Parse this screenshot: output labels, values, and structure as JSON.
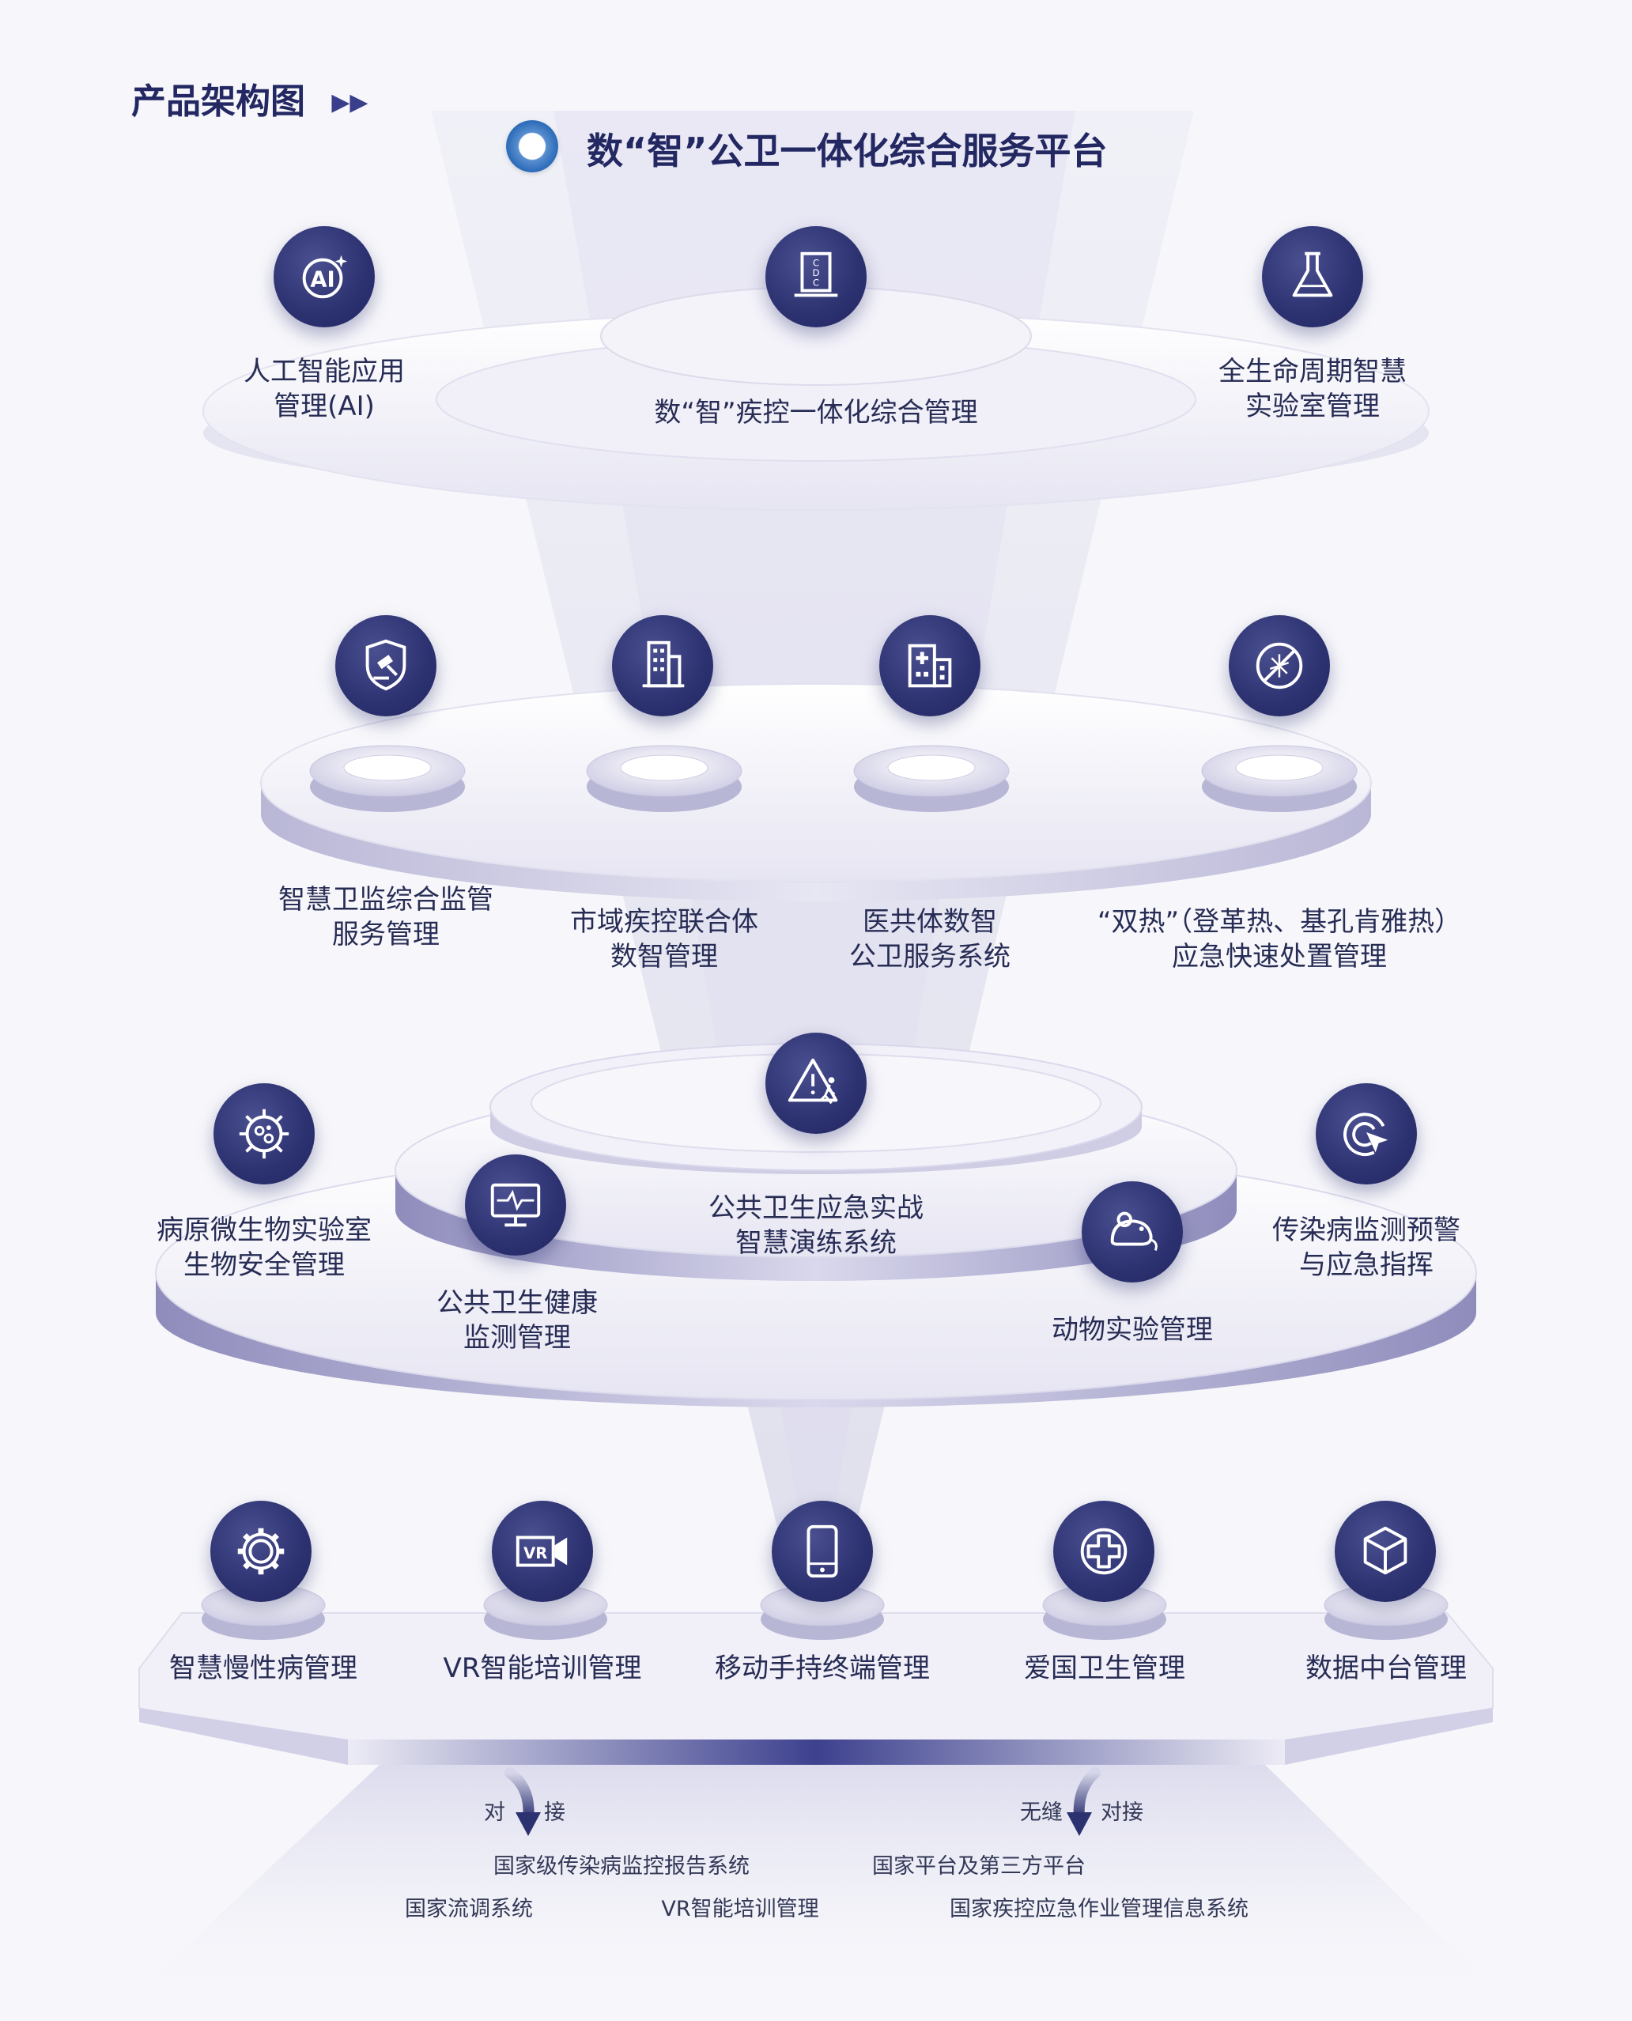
{
  "header": {
    "section_title": "产品架构图",
    "platform_title": "数“智”公卫一体化综合服务平台"
  },
  "tier1": {
    "left": {
      "icon": "ai-icon",
      "line1": "人工智能应用",
      "line2": "管理(AI)"
    },
    "center": {
      "icon": "cdc-building-icon",
      "line1": "数“智”疾控一体化综合管理"
    },
    "right": {
      "icon": "flask-icon",
      "line1": "全生命周期智慧",
      "line2": "实验室管理"
    }
  },
  "tier2": [
    {
      "icon": "shield-gavel-icon",
      "line1": "智慧卫监综合监管",
      "line2": "服务管理"
    },
    {
      "icon": "city-building-icon",
      "line1": "市域疾控联合体",
      "line2": "数智管理"
    },
    {
      "icon": "hospital-icon",
      "line1": "医共体数智",
      "line2": "公卫服务系统"
    },
    {
      "icon": "no-mosquito-icon",
      "line1": "“双热”（登革热、基孔肯雅热）",
      "line2": "应急快速处置管理"
    }
  ],
  "tier3": {
    "center": {
      "icon": "emergency-exit-icon",
      "line1": "公共卫生应急实战",
      "line2": "智慧演练系统"
    },
    "left_out": {
      "icon": "microbe-icon",
      "line1": "病原微生物实验室",
      "line2": "生物安全管理"
    },
    "left_in": {
      "icon": "monitor-pulse-icon",
      "line1": "公共卫生健康",
      "line2": "监测管理"
    },
    "right_in": {
      "icon": "mouse-icon",
      "line1": "动物实验管理"
    },
    "right_out": {
      "icon": "target-cursor-icon",
      "line1": "传染病监测预警",
      "line2": "与应急指挥"
    }
  },
  "tier4": [
    {
      "icon": "gear-icon",
      "label": "智慧慢性病管理"
    },
    {
      "icon": "vr-camera-icon",
      "label": "VR智能培训管理"
    },
    {
      "icon": "mobile-phone-icon",
      "label": "移动手持终端管理"
    },
    {
      "icon": "medical-cross-icon",
      "label": "爱国卫生管理"
    },
    {
      "icon": "data-cube-icon",
      "label": "数据中台管理"
    }
  ],
  "bottom": {
    "left_arrow": {
      "a": "对",
      "b": "接"
    },
    "right_arrow": {
      "a": "无缝",
      "b": "对接"
    },
    "systems": [
      "国家级传染病监控报告系统",
      "国家平台及第三方平台",
      "国家流调系统",
      "VR智能培训管理",
      "国家疾控应急作业管理信息系统"
    ]
  },
  "colors": {
    "navy": "#2c3170",
    "accent": "#3a3f8c",
    "text": "#272c55"
  }
}
